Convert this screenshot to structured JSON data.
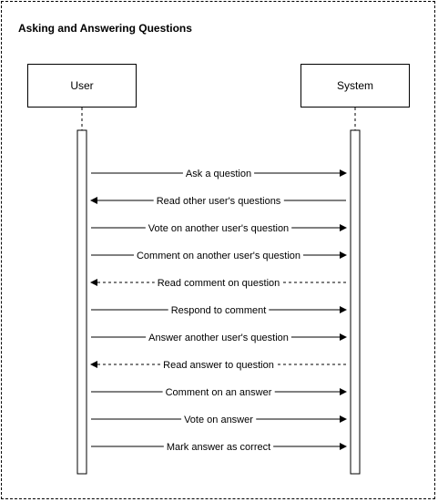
{
  "diagram": {
    "title": "Asking and Answering Questions",
    "participants": [
      "User",
      "System"
    ],
    "messages": [
      {
        "from": "User",
        "to": "System",
        "label": "Ask a question",
        "style": "solid"
      },
      {
        "from": "System",
        "to": "User",
        "label": "Read other user's questions",
        "style": "solid"
      },
      {
        "from": "User",
        "to": "System",
        "label": "Vote on another user's question",
        "style": "solid"
      },
      {
        "from": "User",
        "to": "System",
        "label": "Comment on another user's question",
        "style": "solid"
      },
      {
        "from": "System",
        "to": "User",
        "label": "Read comment on question",
        "style": "dashed"
      },
      {
        "from": "User",
        "to": "System",
        "label": "Respond to comment",
        "style": "solid"
      },
      {
        "from": "User",
        "to": "System",
        "label": "Answer another user's question",
        "style": "solid"
      },
      {
        "from": "System",
        "to": "User",
        "label": "Read answer to question",
        "style": "dashed"
      },
      {
        "from": "User",
        "to": "System",
        "label": "Comment on an answer",
        "style": "solid"
      },
      {
        "from": "User",
        "to": "System",
        "label": "Vote on answer",
        "style": "solid"
      },
      {
        "from": "User",
        "to": "System",
        "label": "Mark answer as correct",
        "style": "solid"
      }
    ]
  }
}
